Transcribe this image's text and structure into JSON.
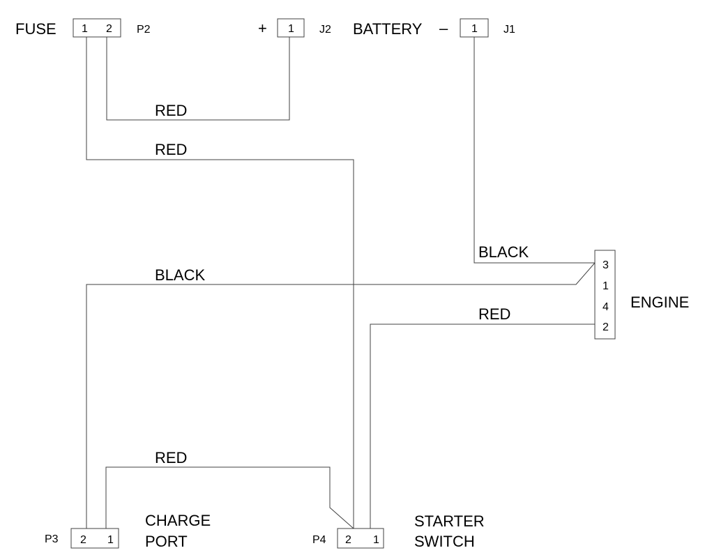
{
  "labels": {
    "fuse": "FUSE",
    "battery": "BATTERY",
    "plus": "+",
    "minus": "–",
    "engine": "ENGINE",
    "charge_line1": "CHARGE",
    "charge_line2": "PORT",
    "starter_line1": "STARTER",
    "starter_line2": "SWITCH"
  },
  "connectors": {
    "p2": {
      "ref": "P2",
      "pins": [
        "1",
        "2"
      ]
    },
    "j2": {
      "ref": "J2",
      "pins": [
        "1"
      ]
    },
    "j1": {
      "ref": "J1",
      "pins": [
        "1"
      ]
    },
    "engine": {
      "pins": [
        "3",
        "1",
        "4",
        "2"
      ]
    },
    "p3": {
      "ref": "P3",
      "pins": [
        "2",
        "1"
      ]
    },
    "p4": {
      "ref": "P4",
      "pins": [
        "2",
        "1"
      ]
    }
  },
  "wires": {
    "fuse2_to_j2": "RED",
    "fuse1_to_switch2": "RED",
    "battery_to_engine3": "BLACK",
    "engine3_to_charge2": "BLACK",
    "engine2_to_switch1": "RED",
    "charge1_to_switch2": "RED"
  }
}
